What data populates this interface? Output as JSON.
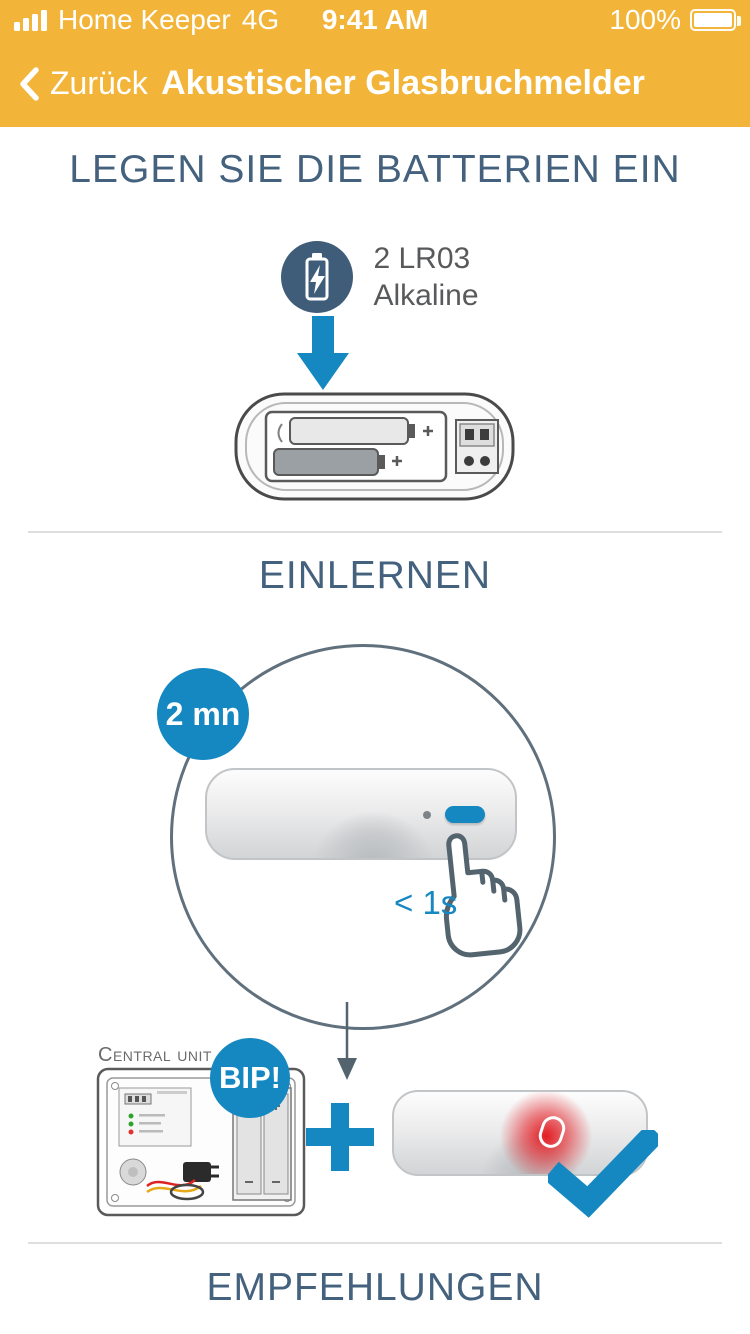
{
  "colors": {
    "header_bg": "#f2b53a",
    "accent_blue": "#1587c1",
    "heading_text": "#44617d",
    "body_text": "#58595b",
    "outline_gray": "#60707c",
    "divider": "#dedede",
    "led_red": "#e31e24"
  },
  "status_bar": {
    "carrier": "Home Keeper",
    "network": "4G",
    "time": "9:41 AM",
    "battery_percent": "100%"
  },
  "nav_bar": {
    "back_label": "Zurück",
    "title": "Akustischer Glasbruchmelder"
  },
  "sections": {
    "batteries": {
      "title": "LEGEN SIE DIE BATTERIEN EIN",
      "battery_count_type": "2 LR03",
      "battery_chemistry": "Alkaline"
    },
    "pairing": {
      "title": "EINLERNEN",
      "duration_badge": "2 mn",
      "press_time": "< 1s",
      "central_unit_label": "Central unit",
      "beep_badge": "BIP!"
    },
    "recommendations": {
      "title": "EMPFEHLUNGEN"
    }
  },
  "icons": [
    "signal-strength-icon",
    "battery-status-icon",
    "back-chevron-icon",
    "battery-badge-icon",
    "insert-arrow-icon",
    "open-detector-illustration",
    "pairing-step-circle",
    "detector-illustration",
    "detector-pair-button",
    "pointing-hand-icon",
    "down-connector-arrow-icon",
    "central-unit-illustration",
    "plus-icon",
    "led-glow",
    "checkmark-icon"
  ]
}
